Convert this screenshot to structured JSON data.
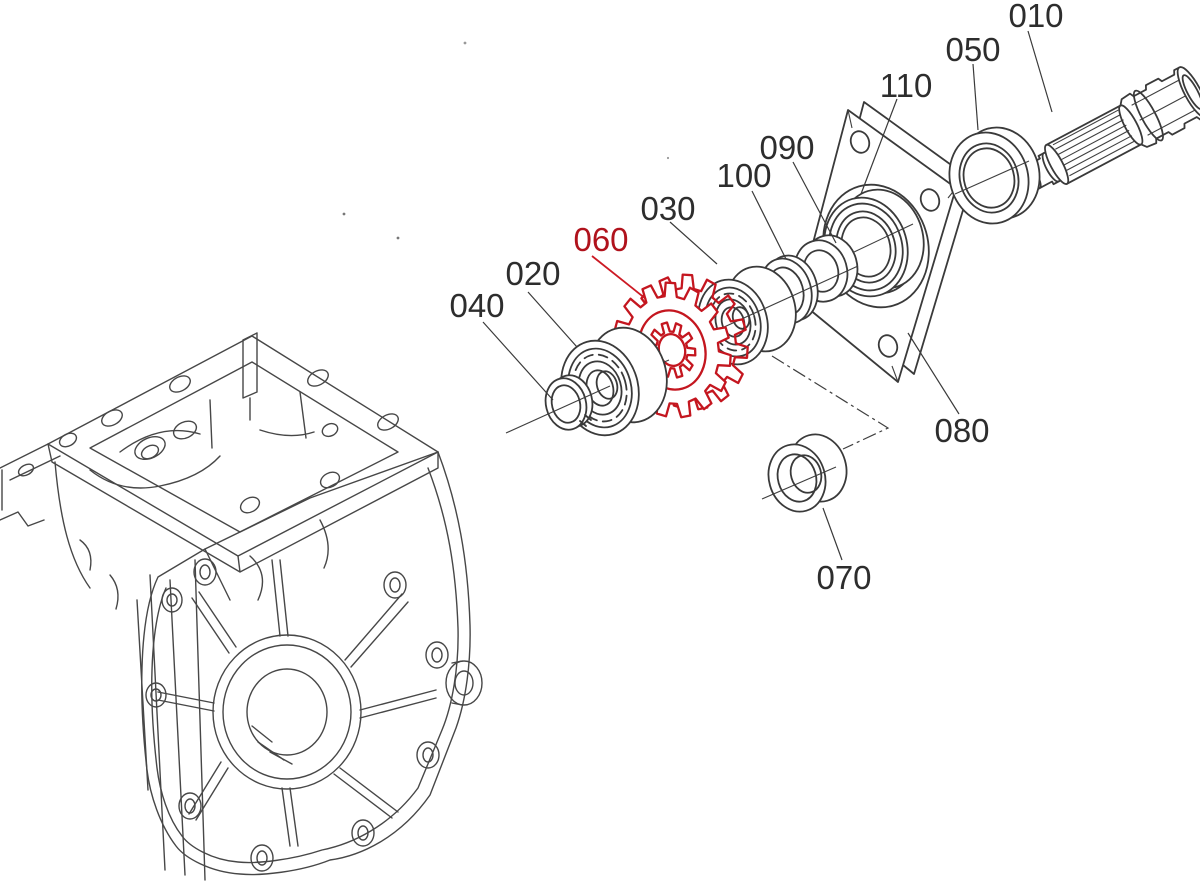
{
  "diagram": {
    "background": "#ffffff",
    "ink_color": "#3a3a3a",
    "highlight_color": "#c4161f",
    "highlighted_label": "060"
  },
  "labels": [
    {
      "text": "010"
    },
    {
      "text": "020"
    },
    {
      "text": "030"
    },
    {
      "text": "040"
    },
    {
      "text": "050"
    },
    {
      "text": "060",
      "highlighted": true
    },
    {
      "text": "070"
    },
    {
      "text": "080"
    },
    {
      "text": "090"
    },
    {
      "text": "100"
    },
    {
      "text": "110"
    }
  ]
}
